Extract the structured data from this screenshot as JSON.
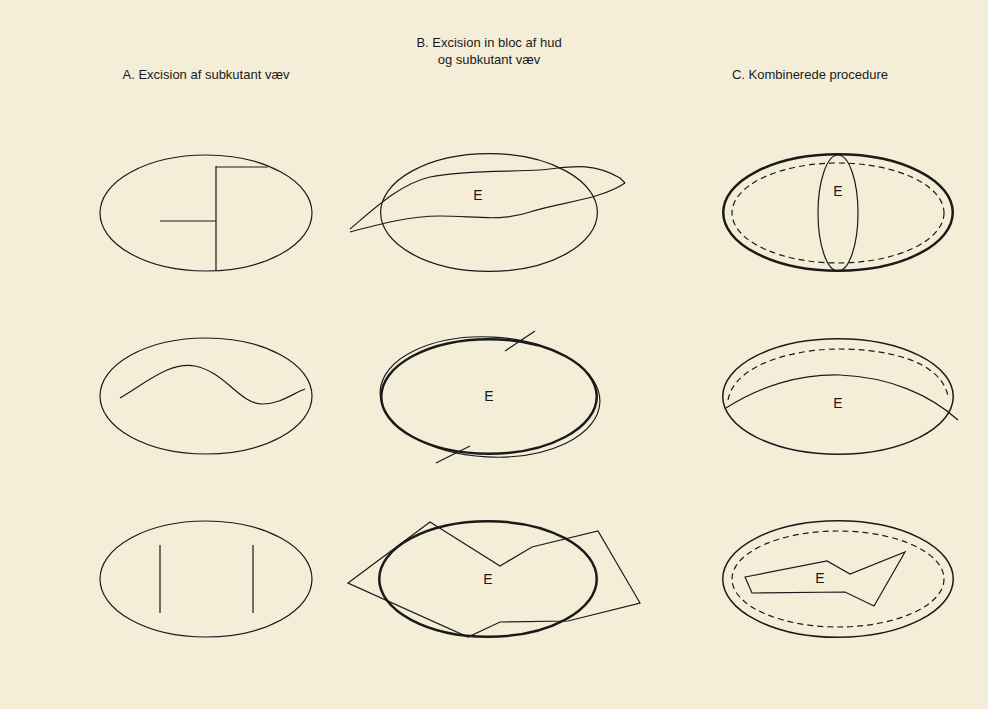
{
  "diagram": {
    "nodes": [
      {
        "text": [
          "E"
        ]
      },
      {
        "text": [
          "E"
        ]
      },
      {
        "text": [
          "E"
        ]
      },
      {
        "text": [
          "E"
        ]
      },
      {
        "text": [
          "E"
        ]
      },
      {
        "text": [
          "E"
        ]
      }
    ],
    "labels": [
      "A. Excision af subkutant væv",
      "B. Excision in bloc af hud og subkutant væv",
      "C. Kombinerede procedure"
    ]
  }
}
